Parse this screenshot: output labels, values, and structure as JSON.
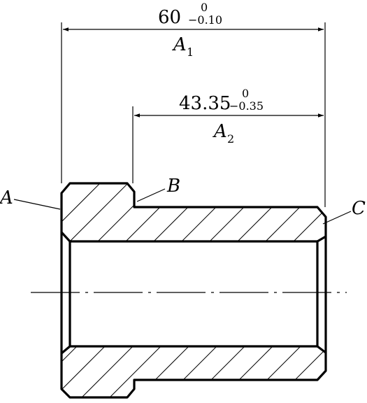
{
  "dimensions": {
    "a1": {
      "nominal": "60",
      "upper_dev": "0",
      "lower_dev": "−0.10",
      "symbol": "A",
      "index": "1"
    },
    "a2": {
      "nominal": "43.35",
      "upper_dev": "0",
      "lower_dev": "−0.35",
      "symbol": "A",
      "index": "2"
    }
  },
  "surface_labels": {
    "a": "A",
    "b": "B",
    "c": "C"
  }
}
